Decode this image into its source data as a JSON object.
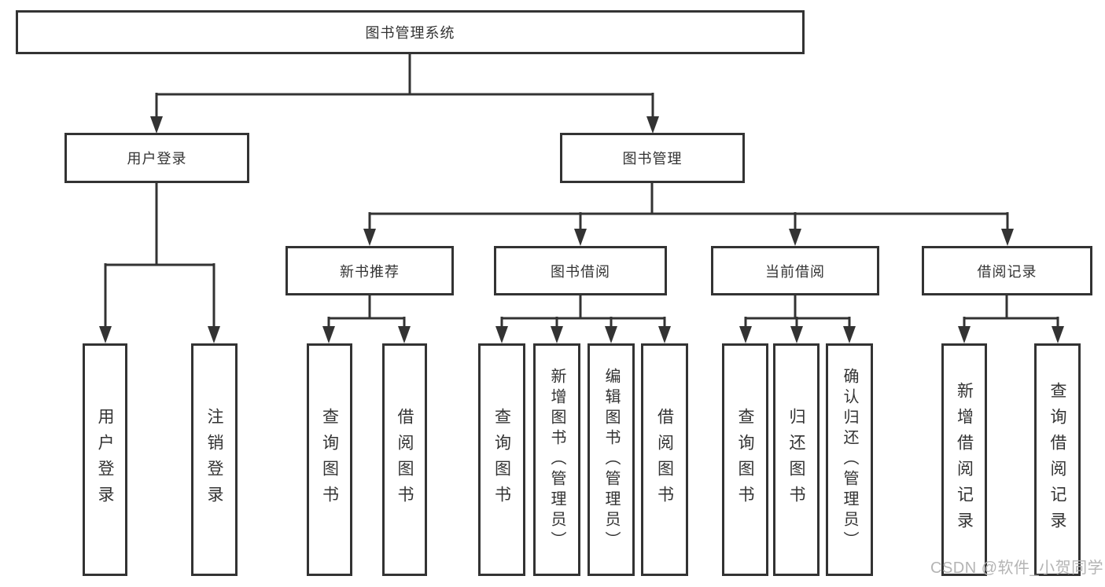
{
  "page": {
    "background": "#ffffff",
    "watermark": "CSDN @软件_小贺同学",
    "watermark_color": "#b4b4b4"
  },
  "diagram": {
    "line_color": "#333333",
    "text_color": "#333333",
    "root": {
      "label": "图书管理系统"
    },
    "branches": [
      {
        "label": "用户登录",
        "children": [
          {
            "label": "用户登录"
          },
          {
            "label": "注销登录"
          }
        ]
      },
      {
        "label": "图书管理",
        "groups": [
          {
            "label": "新书推荐",
            "children": [
              {
                "label": "查询图书"
              },
              {
                "label": "借阅图书"
              }
            ]
          },
          {
            "label": "图书借阅",
            "children": [
              {
                "label": "查询图书"
              },
              {
                "label": "新增图书（管理员）"
              },
              {
                "label": "编辑图书（管理员）"
              },
              {
                "label": "借阅图书"
              }
            ]
          },
          {
            "label": "当前借阅",
            "children": [
              {
                "label": "查询图书"
              },
              {
                "label": "归还图书"
              },
              {
                "label": "确认归还（管理员）"
              }
            ]
          },
          {
            "label": "借阅记录",
            "children": [
              {
                "label": "新增借阅记录"
              },
              {
                "label": "查询借阅记录"
              }
            ]
          }
        ]
      }
    ]
  }
}
